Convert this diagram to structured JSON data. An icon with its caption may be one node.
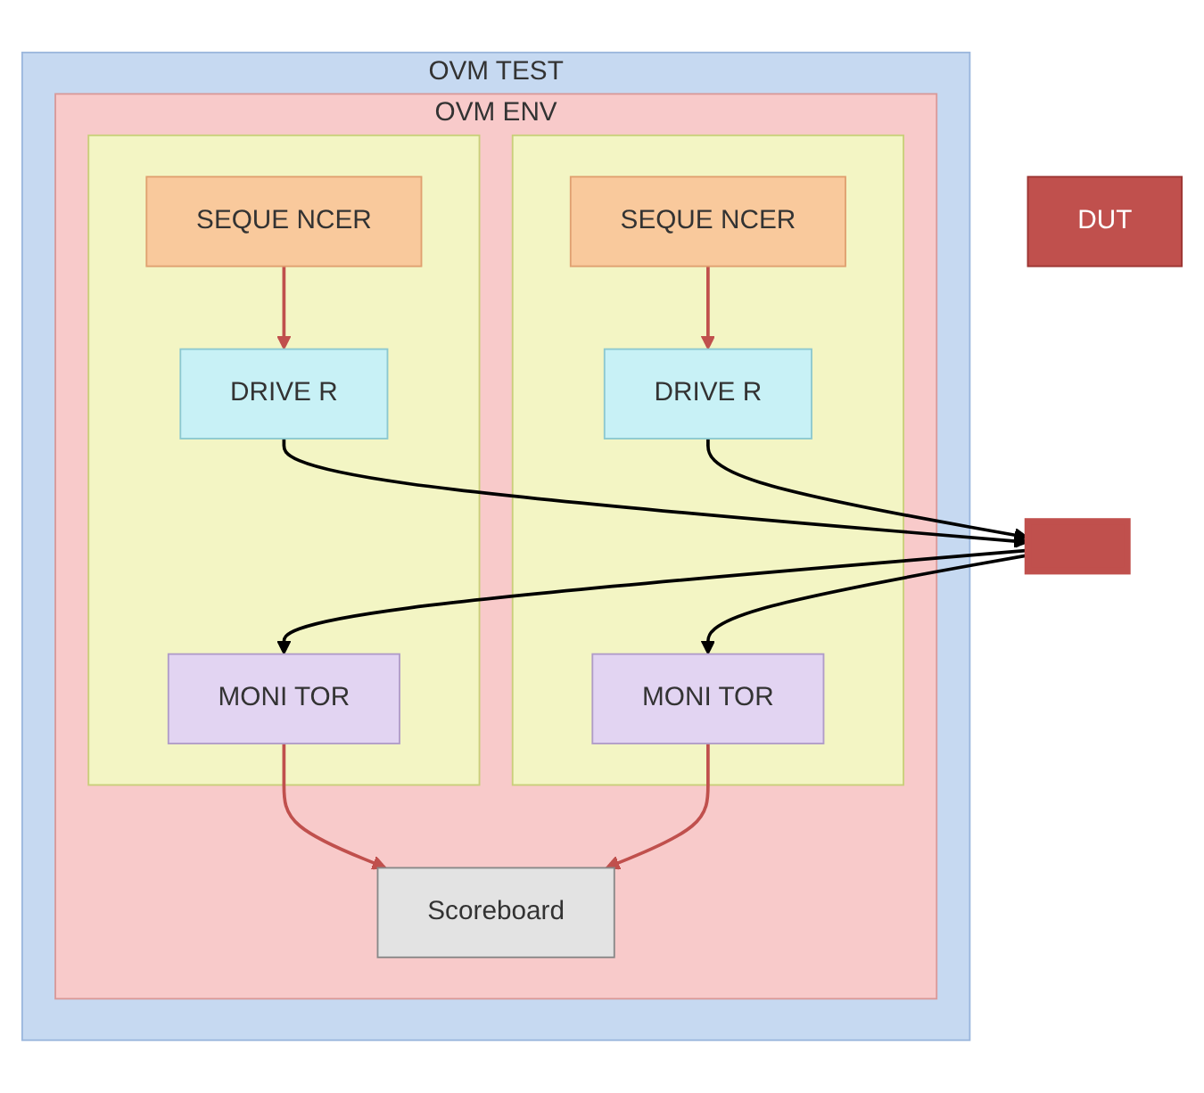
{
  "diagram": {
    "nodes": [
      {
        "text": [
          "OVM TEST"
        ]
      },
      {
        "text": [
          "OVM ENV"
        ],
        "in": 0
      },
      {
        "text": [
          "Scoreboard"
        ],
        "in": 1
      },
      {
        "text": [],
        "shape": "box",
        "in": 1
      },
      {
        "text": [
          "SEQUE NCER"
        ],
        "in": 3
      },
      {
        "text": [
          "DRIVE R"
        ],
        "in": 3
      },
      {
        "text": [
          "MONI TOR"
        ],
        "in": 3
      },
      {
        "text": [],
        "shape": "box",
        "in": 1
      },
      {
        "text": [
          "SEQUE NCER"
        ],
        "in": 7
      },
      {
        "text": [
          "DRIVE R"
        ],
        "in": 7
      },
      {
        "text": [
          "MONI TOR"
        ],
        "in": 7
      },
      {
        "text": [
          "DUT"
        ]
      },
      {
        "text": [],
        "shape": "bar"
      }
    ],
    "edges": [
      {
        "from": 4,
        "to": 5,
        "arrow": "to",
        "color": "#c0504d"
      },
      {
        "from": 6,
        "to": 2,
        "arrow": "to",
        "color": "#c0504d"
      },
      {
        "from": 8,
        "to": 9,
        "arrow": "to",
        "color": "#c0504d"
      },
      {
        "from": 10,
        "to": 2,
        "arrow": "to",
        "color": "#c0504d"
      },
      {
        "from": 5,
        "to": 12,
        "arrow": "to",
        "color": "#000000"
      },
      {
        "from": 12,
        "to": 6,
        "arrow": "to",
        "color": "#000000"
      },
      {
        "from": 9,
        "to": 12,
        "arrow": "to",
        "color": "#000000"
      },
      {
        "from": 12,
        "to": 10,
        "arrow": "to",
        "color": "#000000"
      }
    ]
  }
}
